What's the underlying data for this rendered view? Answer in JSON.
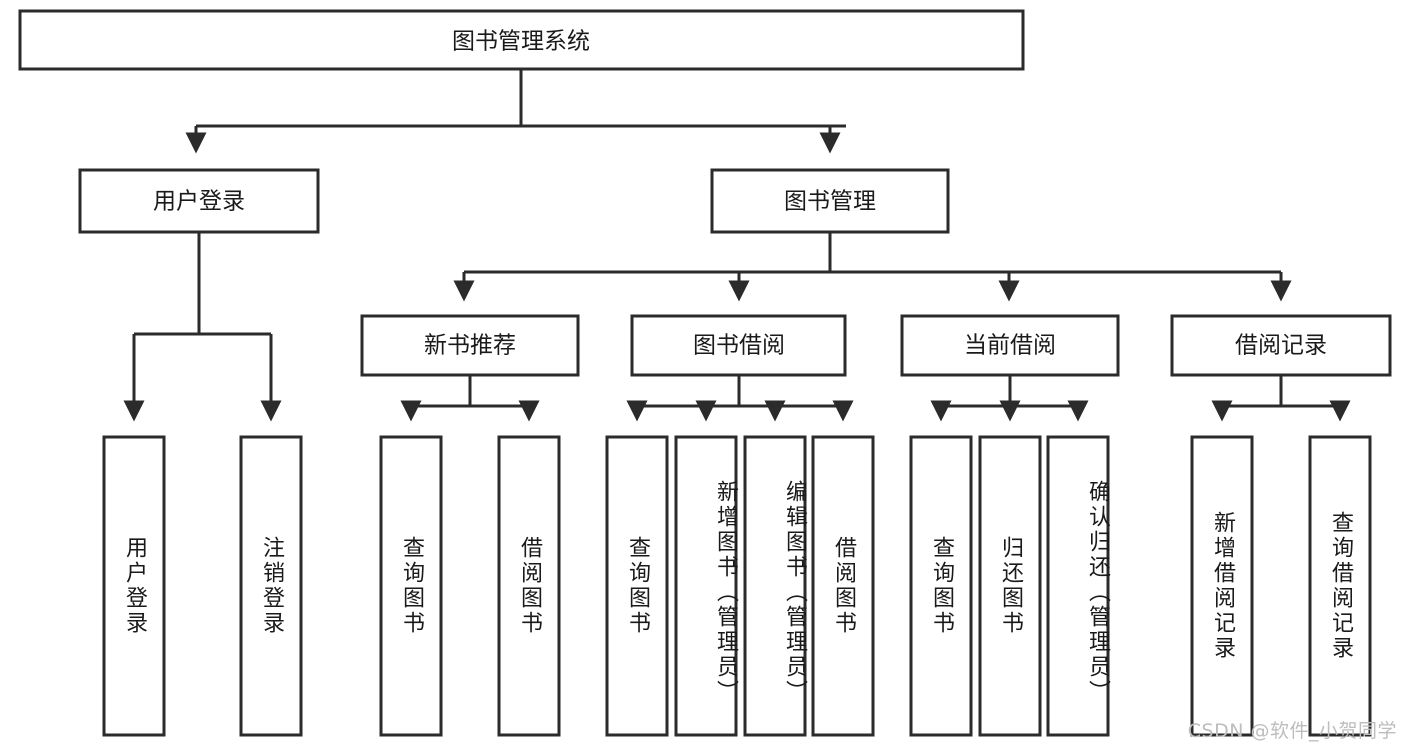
{
  "diagram": {
    "type": "tree",
    "title": "图书管理系统",
    "orientation": "top-down",
    "root": {
      "id": "root",
      "label": "图书管理系统",
      "orientation": "horizontal"
    },
    "level2": [
      {
        "id": "user-login",
        "label": "用户登录",
        "orientation": "horizontal"
      },
      {
        "id": "book-manage",
        "label": "图书管理",
        "orientation": "horizontal"
      }
    ],
    "level3": [
      {
        "id": "new-book-recommend",
        "label": "新书推荐",
        "parent": "book-manage",
        "orientation": "horizontal"
      },
      {
        "id": "book-borrow",
        "label": "图书借阅",
        "parent": "book-manage",
        "orientation": "horizontal"
      },
      {
        "id": "current-borrow",
        "label": "当前借阅",
        "parent": "book-manage",
        "orientation": "horizontal"
      },
      {
        "id": "borrow-record",
        "label": "借阅记录",
        "parent": "book-manage",
        "orientation": "horizontal"
      }
    ],
    "leaves": [
      {
        "id": "leaf-user-login",
        "label": "用户登录",
        "parent": "user-login",
        "orientation": "vertical"
      },
      {
        "id": "leaf-user-logout",
        "label": "注销登录",
        "parent": "user-login",
        "orientation": "vertical"
      },
      {
        "id": "leaf-query-book-1",
        "label": "查询图书",
        "parent": "new-book-recommend",
        "orientation": "vertical"
      },
      {
        "id": "leaf-borrow-book-1",
        "label": "借阅图书",
        "parent": "new-book-recommend",
        "orientation": "vertical"
      },
      {
        "id": "leaf-query-book-2",
        "label": "查询图书",
        "parent": "book-borrow",
        "orientation": "vertical"
      },
      {
        "id": "leaf-add-book",
        "label": "新增图书（管理员）",
        "parent": "book-borrow",
        "orientation": "vertical"
      },
      {
        "id": "leaf-edit-book",
        "label": "编辑图书（管理员）",
        "parent": "book-borrow",
        "orientation": "vertical"
      },
      {
        "id": "leaf-borrow-book-2",
        "label": "借阅图书",
        "parent": "book-borrow",
        "orientation": "vertical"
      },
      {
        "id": "leaf-query-book-3",
        "label": "查询图书",
        "parent": "current-borrow",
        "orientation": "vertical"
      },
      {
        "id": "leaf-return-book",
        "label": "归还图书",
        "parent": "current-borrow",
        "orientation": "vertical"
      },
      {
        "id": "leaf-confirm-return",
        "label": "确认归还（管理员）",
        "parent": "current-borrow",
        "orientation": "vertical"
      },
      {
        "id": "leaf-add-record",
        "label": "新增借阅记录",
        "parent": "borrow-record",
        "orientation": "vertical"
      },
      {
        "id": "leaf-query-record",
        "label": "查询借阅记录",
        "parent": "borrow-record",
        "orientation": "vertical"
      }
    ],
    "colors": {
      "stroke": "#2b2b2b",
      "fill": "#ffffff",
      "text": "#1a1a1a",
      "watermark": "#bdbdbd"
    }
  },
  "watermark": {
    "text": "CSDN @软件_小贺同学"
  }
}
